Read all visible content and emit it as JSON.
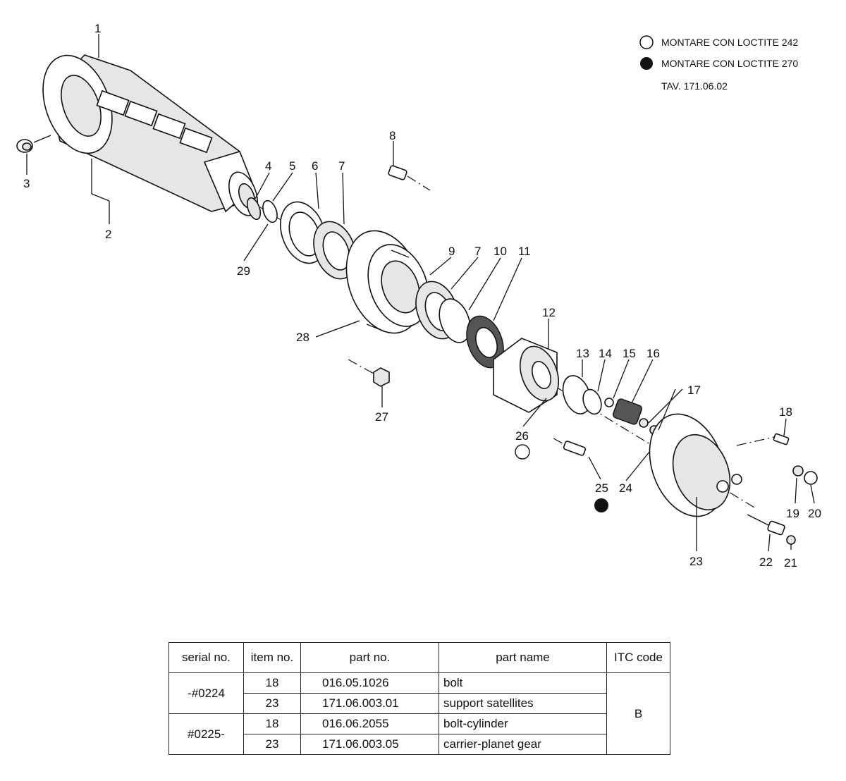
{
  "legend": {
    "loctite_242": "MONTARE CON LOCTITE 242",
    "loctite_270": "MONTARE CON LOCTITE 270",
    "tav": "TAV. 171.06.02"
  },
  "callouts": [
    "1",
    "2",
    "3",
    "4",
    "5",
    "6",
    "7",
    "8",
    "9",
    "7",
    "10",
    "11",
    "12",
    "13",
    "14",
    "15",
    "16",
    "17",
    "18",
    "19",
    "20",
    "21",
    "22",
    "23",
    "24",
    "25",
    "26",
    "27",
    "28",
    "29"
  ],
  "table": {
    "headers": [
      "serial no.",
      "item no.",
      "part no.",
      "part name",
      "ITC code"
    ],
    "groups": [
      {
        "serial": "-#0224",
        "rows": [
          {
            "item": "18",
            "part_no": "016.05.1026",
            "name": "bolt"
          },
          {
            "item": "23",
            "part_no": "171.06.003.01",
            "name": "support satellites"
          }
        ]
      },
      {
        "serial": "#0225-",
        "rows": [
          {
            "item": "18",
            "part_no": "016.06.2055",
            "name": "bolt-cylinder"
          },
          {
            "item": "23",
            "part_no": "171.06.003.05",
            "name": "carrier-planet gear"
          }
        ]
      }
    ],
    "itc_code": "B"
  }
}
